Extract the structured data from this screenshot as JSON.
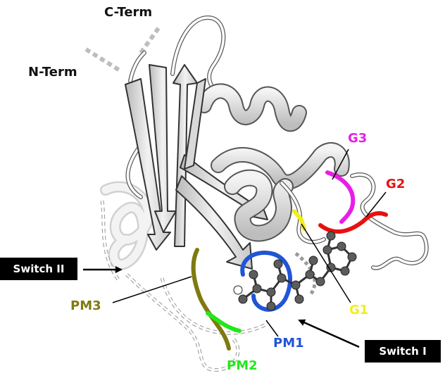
{
  "labels": {
    "c_term": "C-Term",
    "n_term": "N-Term",
    "g3": "G3",
    "g2": "G2",
    "g1": "G1",
    "pm1": "PM1",
    "pm2": "PM2",
    "pm3": "PM3",
    "switch_i": "Switch I",
    "switch_ii": "Switch II"
  },
  "colors": {
    "g3": "#e81ee8",
    "g2": "#e81010",
    "g1": "#f2ee1a",
    "pm1": "#1f55d6",
    "pm2": "#22e81a",
    "pm3": "#7f7a10",
    "switch_box": "#000000",
    "text_dark": "#111111"
  }
}
